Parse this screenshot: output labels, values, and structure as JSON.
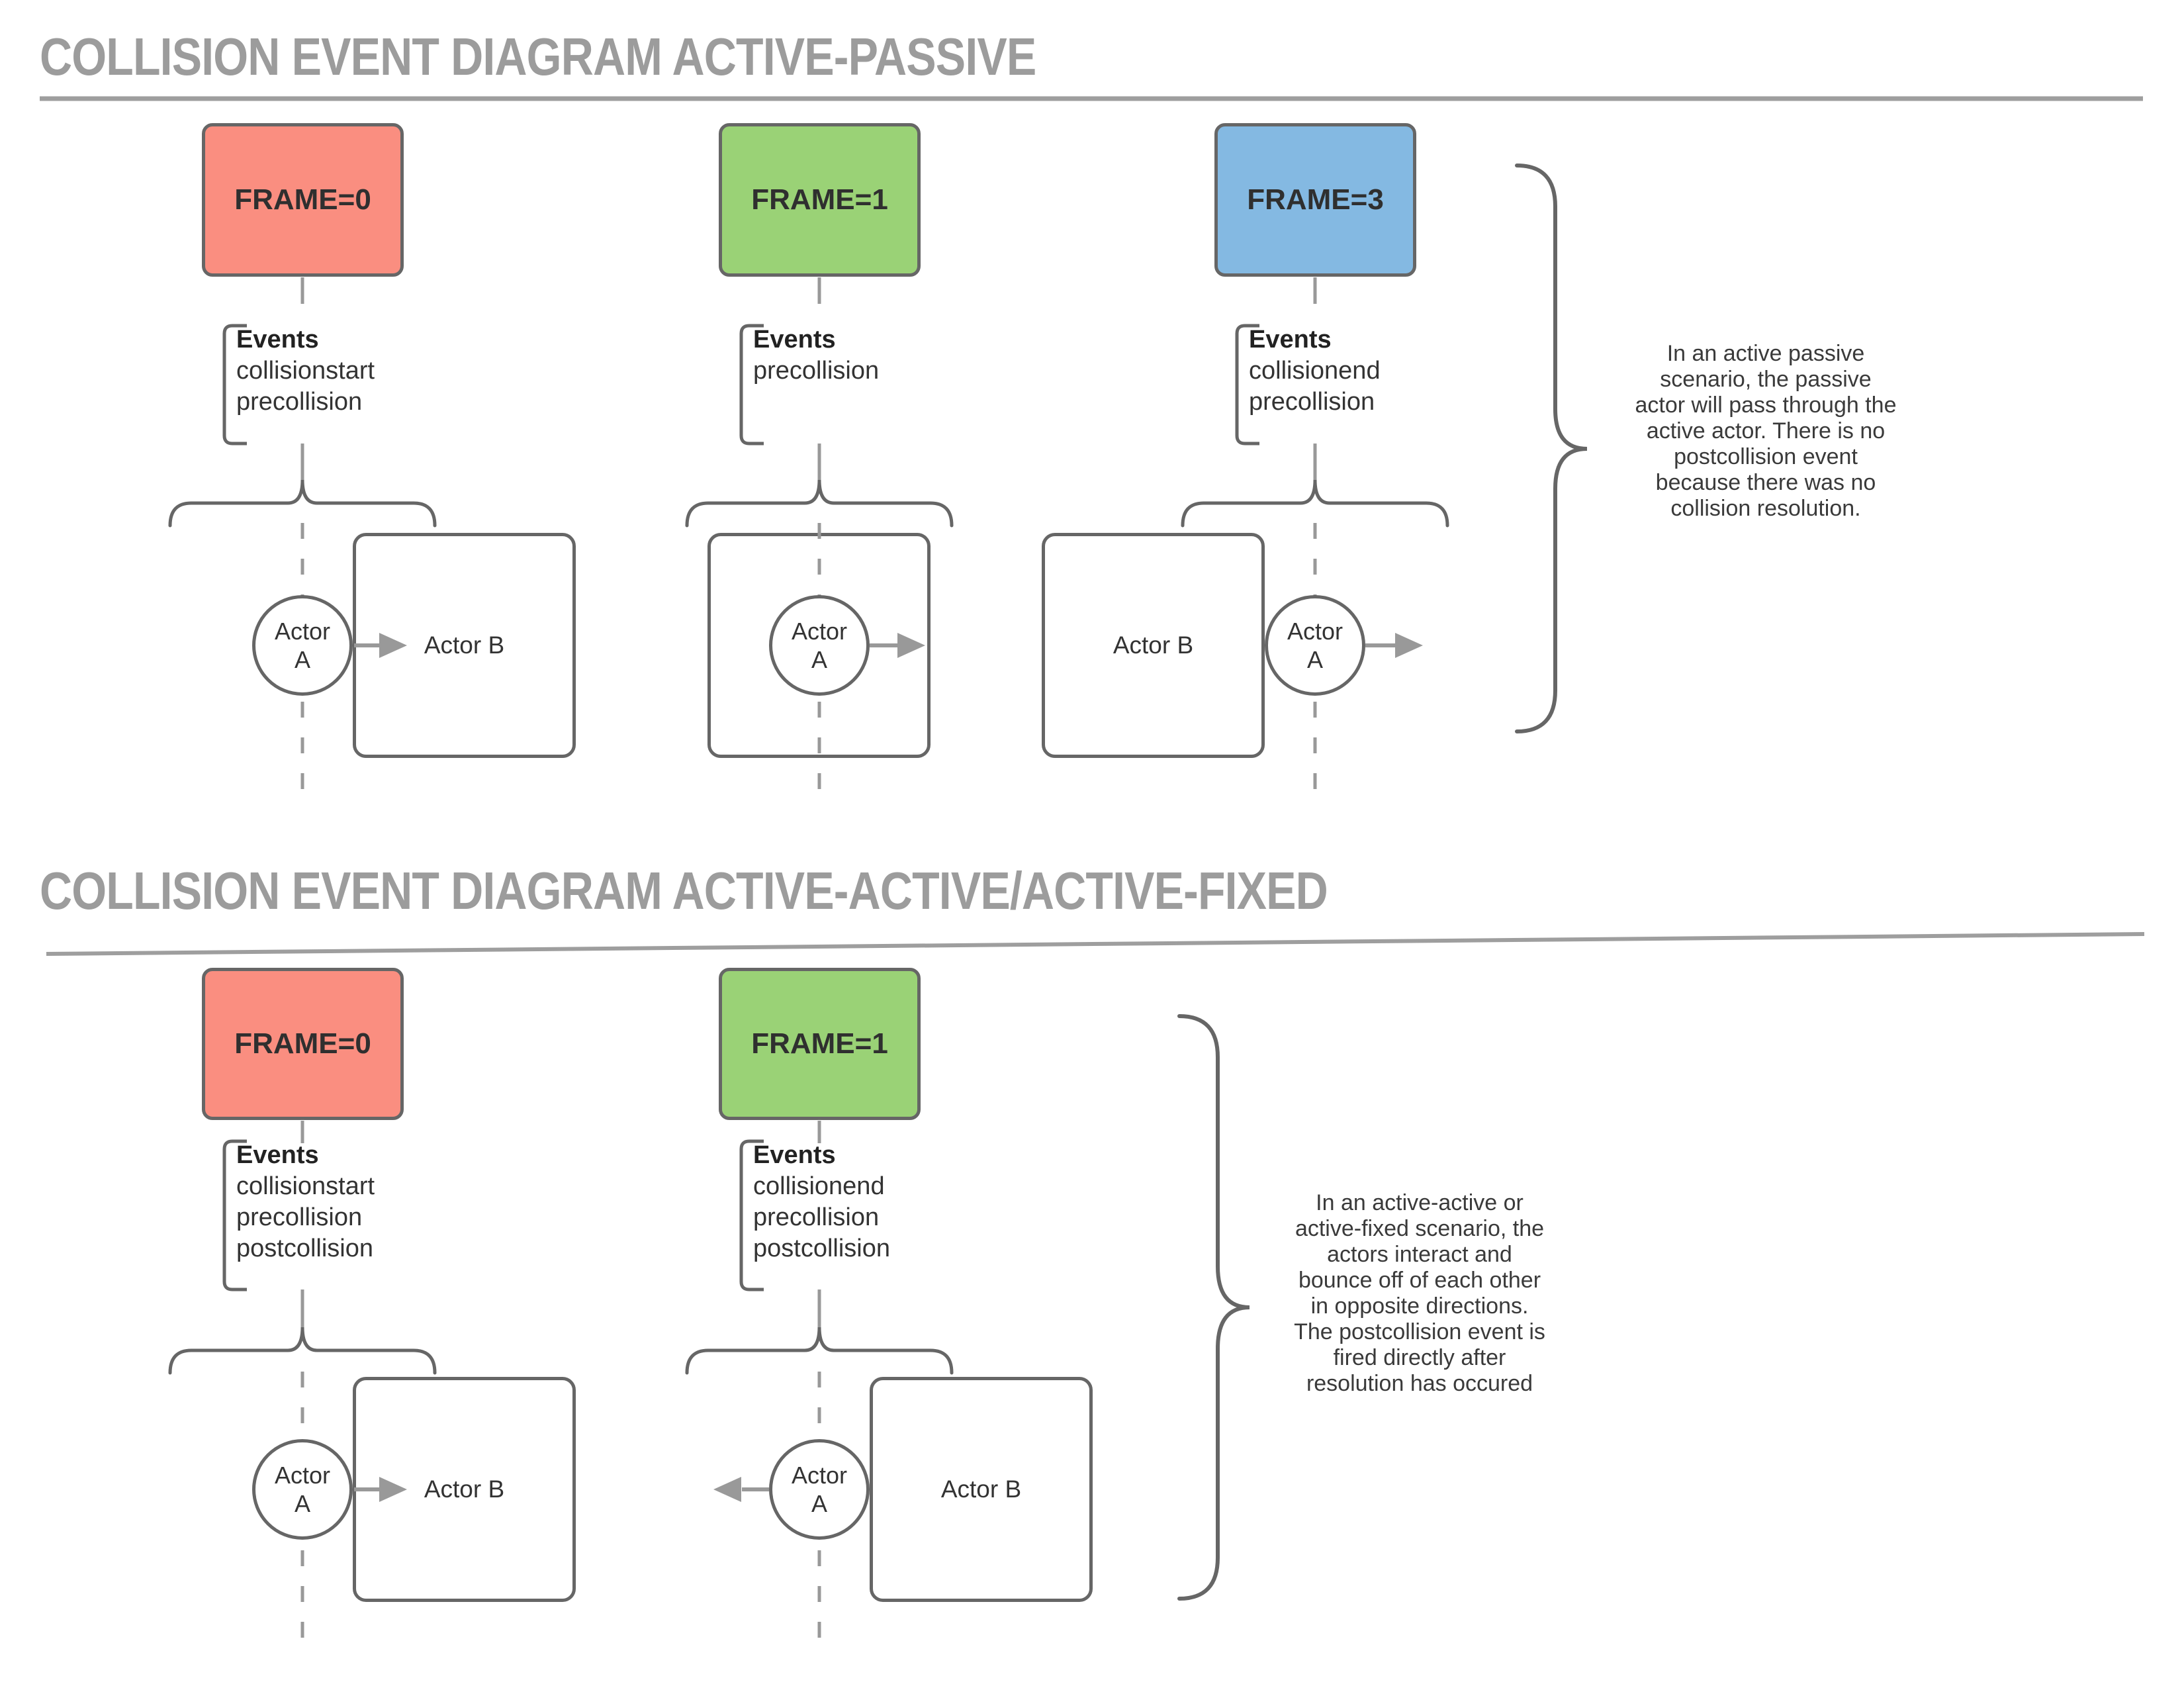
{
  "page": {
    "background": "#FFFFFF"
  },
  "colors": {
    "frame_red": "#FA8E80",
    "frame_green": "#9AD276",
    "frame_blue": "#84B9E2",
    "stroke_dark": "#666666",
    "stroke_light": "#999999",
    "title_gray": "#9C9C9C",
    "text_dark": "#333333"
  },
  "sections": [
    {
      "title": "COLLISION EVENT DIAGRAM ACTIVE-PASSIVE",
      "frames": [
        {
          "label": "FRAME=0",
          "color": "#FA8E80",
          "events_heading": "Events",
          "events": [
            "collisionstart",
            "precollision"
          ]
        },
        {
          "label": "FRAME=1",
          "color": "#9AD276",
          "events_heading": "Events",
          "events": [
            "precollision"
          ]
        },
        {
          "label": "FRAME=3",
          "color": "#84B9E2",
          "events_heading": "Events",
          "events": [
            "collisionend",
            "precollision"
          ]
        }
      ],
      "diagrams": [
        {
          "actor_a": "Actor A",
          "actor_b": "Actor B"
        },
        {
          "actor_a": "Actor A"
        },
        {
          "actor_a": "Actor A",
          "actor_b": "Actor B"
        }
      ],
      "note": "In an active passive\nscenario, the passive\nactor will pass through the\nactive actor. There is no\npostcollision event\nbecause there was no\ncollision resolution."
    },
    {
      "title": "COLLISION EVENT DIAGRAM ACTIVE-ACTIVE/ACTIVE-FIXED",
      "frames": [
        {
          "label": "FRAME=0",
          "color": "#FA8E80",
          "events_heading": "Events",
          "events": [
            "collisionstart",
            "precollision",
            "postcollision"
          ]
        },
        {
          "label": "FRAME=1",
          "color": "#9AD276",
          "events_heading": "Events",
          "events": [
            "collisionend",
            "precollision",
            "postcollision"
          ]
        }
      ],
      "diagrams": [
        {
          "actor_a": "Actor A",
          "actor_b": "Actor B"
        },
        {
          "actor_a": "Actor A",
          "actor_b": "Actor B"
        }
      ],
      "note": "In an active-active or\nactive-fixed scenario, the\nactors interact and\nbounce off of each other\nin opposite directions.\nThe postcollision event is\nfired directly after\nresolution has occured"
    }
  ]
}
